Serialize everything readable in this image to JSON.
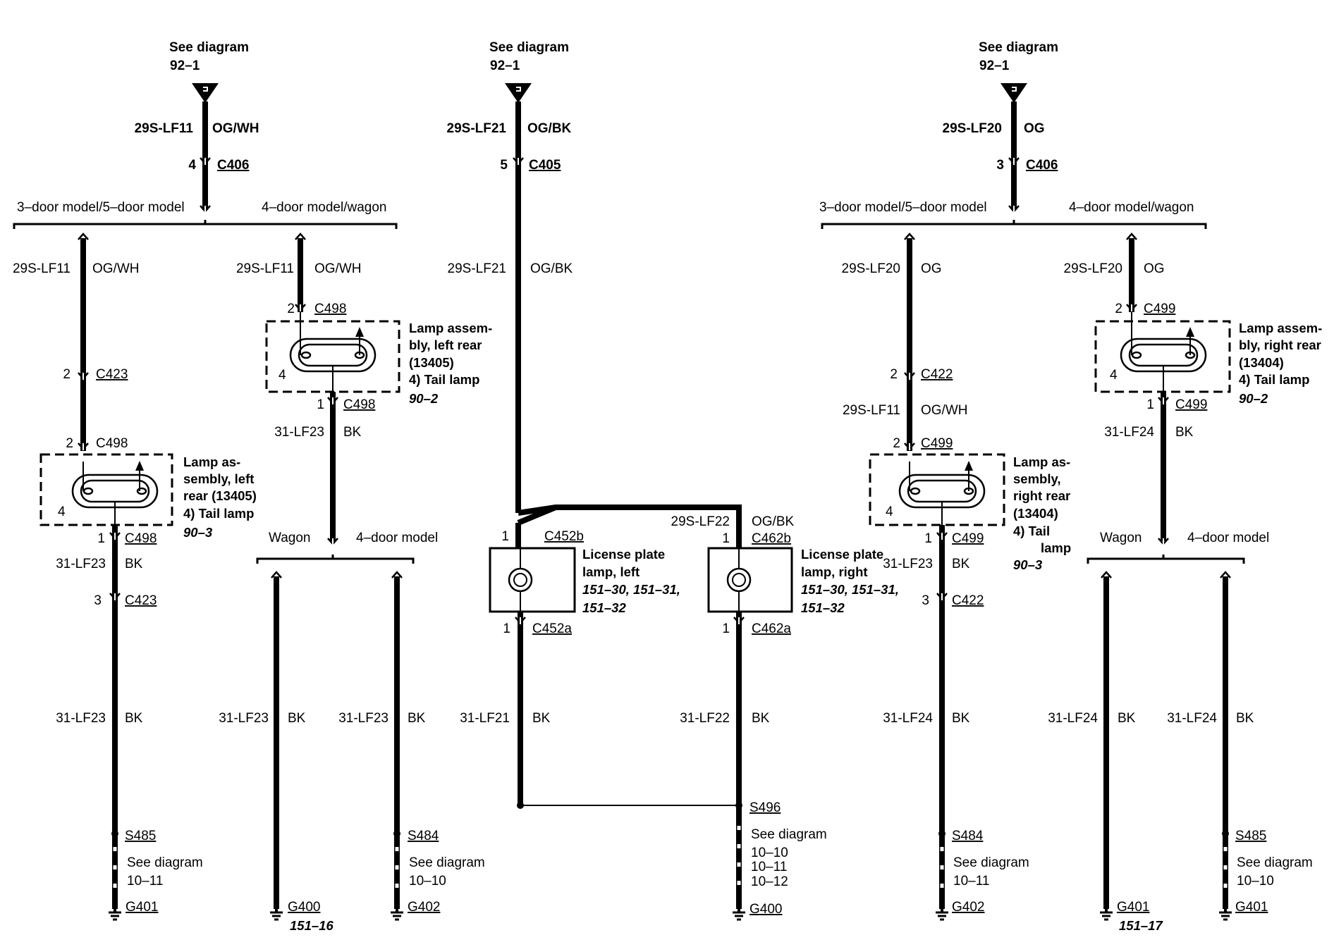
{
  "refs": [
    {
      "line1": "See diagram",
      "line2": "92–1"
    },
    {
      "line1": "See diagram",
      "line2": "92–1"
    },
    {
      "line1": "See diagram",
      "line2": "92–1"
    }
  ],
  "top_wires": [
    {
      "circuit": "29S-LF11",
      "color": "OG/WH",
      "pin": "4",
      "connector": "C406"
    },
    {
      "circuit": "29S-LF21",
      "color": "OG/BK",
      "pin": "5",
      "connector": "C405"
    },
    {
      "circuit": "29S-LF20",
      "color": "OG",
      "pin": "3",
      "connector": "C406"
    }
  ],
  "splits": {
    "left_a": "3–door model/5–door model",
    "left_b": "4–door model/wagon",
    "right_a": "3–door model/5–door model",
    "right_b": "4–door model/wagon",
    "wagon_l": "Wagon",
    "door4_l": "4–door model",
    "wagon_r": "Wagon",
    "door4_r": "4–door model"
  },
  "col1": {
    "circuit": "29S-LF11",
    "color": "OG/WH",
    "pin_a": "2",
    "conn_a": "C423",
    "pin_b": "2",
    "conn_b": "C498",
    "lamp_pin": "4",
    "lamp_label": [
      "Lamp as-",
      "sembly, left",
      "rear (13405)",
      "4)   Tail lamp"
    ],
    "lamp_ref": "90–3",
    "pin_c": "1",
    "conn_c": "C498",
    "circuit2": "31-LF23",
    "color2": "BK",
    "pin_d": "3",
    "conn_d": "C423",
    "circuit3": "31-LF23",
    "color3": "BK",
    "splice": "S485",
    "splice_ref1": "See diagram",
    "splice_ref2": "10–11",
    "ground": "G401"
  },
  "col2": {
    "circuit": "29S-LF11",
    "color": "OG/WH",
    "pin_a": "2",
    "conn_a": "C498",
    "lamp_pin": "4",
    "lamp_label": [
      "Lamp assem-",
      "bly, left rear",
      "(13405)",
      "4)   Tail lamp"
    ],
    "lamp_ref": "90–2",
    "pin_b": "1",
    "conn_b": "C498",
    "circuit2": "31-LF23",
    "color2": "BK",
    "wagon_circuit": "31-LF23",
    "wagon_color": "BK",
    "wagon_ground": "G400",
    "wagon_ground_ref": "151–16",
    "door_circuit": "31-LF23",
    "door_color": "BK",
    "door_splice": "S484",
    "door_ref1": "See diagram",
    "door_ref2": "10–10",
    "door_ground": "G402"
  },
  "center": {
    "circuit": "29S-LF21",
    "color": "OG/BK",
    "left_pin": "1",
    "left_conn": "C452b",
    "left_label": [
      "License plate",
      "lamp, left"
    ],
    "left_ref": [
      "151–30, 151–31,",
      "151–32"
    ],
    "left_pin2": "1",
    "left_conn2": "C452a",
    "left_circuit": "31-LF21",
    "left_color": "BK",
    "right_circuit": "29S-LF22",
    "right_color": "OG/BK",
    "right_pin": "1",
    "right_conn": "C462b",
    "right_label": [
      "License plate",
      "lamp, right"
    ],
    "right_ref": [
      "151–30, 151–31,",
      "151–32"
    ],
    "right_pin2": "1",
    "right_conn2": "C462a",
    "right_circuit2": "31-LF22",
    "right_color2": "BK",
    "splice": "S496",
    "splice_ref1": "See diagram",
    "splice_refs": [
      "10–10",
      "10–11",
      "10–12"
    ],
    "ground": "G400"
  },
  "col3": {
    "circuit": "29S-LF20",
    "color": "OG",
    "pin_a": "2",
    "conn_a": "C422",
    "circuit_b": "29S-LF11",
    "color_b": "OG/WH",
    "pin_b": "2",
    "conn_b": "C499",
    "lamp_pin": "4",
    "lamp_label": [
      "Lamp as-",
      "sembly,",
      "right rear",
      "(13404)",
      "4)    Tail",
      "lamp"
    ],
    "lamp_ref": "90–3",
    "pin_c": "1",
    "conn_c": "C499",
    "circuit2": "31-LF23",
    "color2": "BK",
    "pin_d": "3",
    "conn_d": "C422",
    "circuit3": "31-LF24",
    "color3": "BK",
    "splice": "S484",
    "splice_ref1": "See diagram",
    "splice_ref2": "10–11",
    "ground": "G402"
  },
  "col4": {
    "circuit": "29S-LF20",
    "color": "OG",
    "pin_a": "2",
    "conn_a": "C499",
    "lamp_pin": "4",
    "lamp_label": [
      "Lamp assem-",
      "bly, right rear",
      "(13404)",
      "4)   Tail lamp"
    ],
    "lamp_ref": "90–2",
    "pin_b": "1",
    "conn_b": "C499",
    "circuit2": "31-LF24",
    "color2": "BK",
    "wagon_circuit": "31-LF24",
    "wagon_color": "BK",
    "wagon_ground": "G401",
    "wagon_ground_ref": "151–17",
    "door_circuit": "31-LF24",
    "door_color": "BK",
    "door_splice": "S485",
    "door_ref1": "See diagram",
    "door_ref2": "10–10",
    "door_ground": "G401"
  }
}
